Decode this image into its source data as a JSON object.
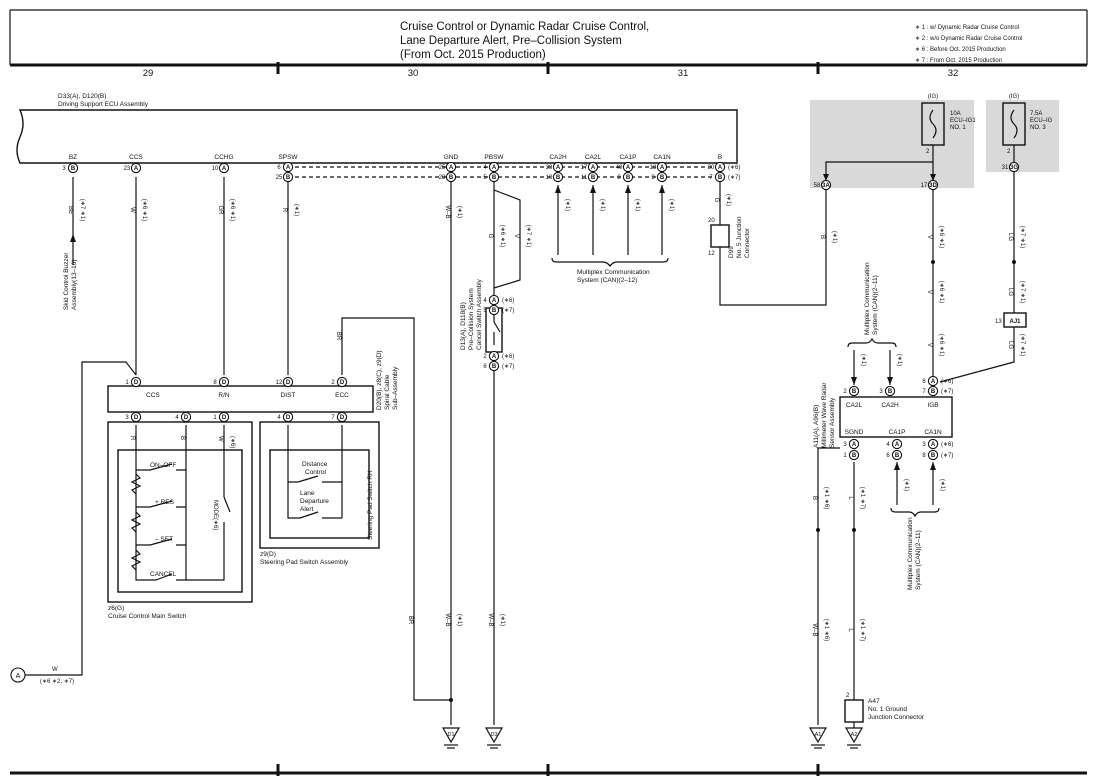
{
  "title": {
    "lines": [
      "Cruise Control or Dynamic Radar Cruise Control,",
      "Lane Departure Alert,  Pre–Collision System",
      "(From Oct.  2015 Production)"
    ]
  },
  "notes": [
    "∗ 1 : w/ Dynamic Radar Cruise Control",
    "∗ 2 : w/o Dynamic Radar Cruise Control",
    "∗ 6 : Before Oct.  2015 Production",
    "∗ 7 : From Oct.  2015 Production"
  ],
  "columns": [
    "29",
    "30",
    "31",
    "32"
  ],
  "ecu": {
    "ref": "D33(A), D120(B)",
    "name": "Driving Support ECU Assembly",
    "terminals": [
      {
        "name": "BZ",
        "pin": "3",
        "conn": "B"
      },
      {
        "name": "CCS",
        "pin": "23",
        "conn": "A"
      },
      {
        "name": "CCHG",
        "pin": "10",
        "conn": "A"
      },
      {
        "name": "SPSW",
        "pin": "6",
        "conn": "A",
        "pin2": "25",
        "conn2": "B"
      },
      {
        "name": "GND",
        "pin": "25",
        "conn": "A",
        "pin2": "28",
        "conn2": "B"
      },
      {
        "name": "PBSW",
        "pin": "4",
        "conn": "A",
        "pin2": "5",
        "conn2": "B"
      },
      {
        "name": "CA2H",
        "pin": "39",
        "conn": "A",
        "pin2": "10",
        "conn2": "B"
      },
      {
        "name": "CA2L",
        "pin": "17",
        "conn": "A",
        "pin2": "11",
        "conn2": "B"
      },
      {
        "name": "CA1P",
        "pin": "40",
        "conn": "A",
        "pin2": "8",
        "conn2": "B"
      },
      {
        "name": "CA1N",
        "pin": "18",
        "conn": "A",
        "pin2": "9",
        "conn2": "B"
      },
      {
        "name": "B",
        "pin": "30",
        "conn": "A",
        "pin2": "7",
        "conn2": "B",
        "note": "(∗6)",
        "note2": "(∗7)"
      }
    ]
  },
  "wire_labels": {
    "bz_color": "BE",
    "bz_note": "(∗7 ∗1)",
    "ccs_color": "W",
    "ccs_note": "(∗6 ∗1)",
    "cchg_color": "GR",
    "cchg_note": "(∗6 ∗1)",
    "spsw_color": "R",
    "spsw_note": "(∗1)",
    "gnd_color": "W–B",
    "gnd_note": "(∗1)",
    "pbsw_g": "G",
    "pbsw_v": "V",
    "pbsw_note": "(∗6 ∗1)",
    "pbsw_note2": "(∗7 ∗1)",
    "can_note": "(∗1)",
    "b_color": "G",
    "b_note": "(∗1)",
    "br": "BR",
    "gnd2_color": "W–B",
    "gnd2_note": "(∗1)",
    "pbsw_gnd_color": "W–B",
    "pbsw_gnd_note": "(∗1)",
    "br_bottom": "BR",
    "b_right": "B",
    "b_right_note": "(∗1)",
    "v_right": "V",
    "v_right_note": "(∗6 ∗1)",
    "lg_right": "LG",
    "lg_right_note": "(∗7 ∗1)",
    "v_right2": "V",
    "v_right2_note": "(∗6 ∗1)",
    "lg_right2": "LG",
    "lg_right2_note": "(∗7 ∗1)",
    "b_sgnd": "B",
    "b_sgnd_note": "(∗1 ∗6)",
    "l_sgnd": "L",
    "l_sgnd_note": "(∗1 ∗7)",
    "wb_bottom": "W–B",
    "wb_bottom_note": "(∗1 ∗6)",
    "l_bottom": "L",
    "l_bottom_note": "(∗1 ∗7)",
    "w_a": "W",
    "w_a_note": "(∗6 ∗2, ∗7)"
  },
  "buzzer": {
    "name": "Skid Control Buzzer",
    "name2": "Assembly(13–16)"
  },
  "can1": {
    "name": "Multiplex Communication",
    "name2": "System (CAN)(2–12)"
  },
  "can2": {
    "name": "Multiplex Communication",
    "name2": "System (CAN)(2–11)"
  },
  "can3": {
    "name": "Multiplex Communication",
    "name2": "System (CAN)(2–11)"
  },
  "junction": {
    "ref": "D99",
    "name": "No. 5  Junction",
    "name2": "Connector",
    "pin_top": "20",
    "pin_bot": "12"
  },
  "pcs_switch": {
    "ref": "D13(A), D118(B)",
    "name": "Pre–Collision System",
    "name2": "Cancel Switch Assembly",
    "p1": "4",
    "p2": "5",
    "p3": "2",
    "p4": "6",
    "n1": "(∗6)",
    "n2": "(∗7)",
    "n3": "(∗6)",
    "n4": "(∗7)"
  },
  "spiral": {
    "ref": "D20(B), z8(C), z9(D)",
    "name": "Spiral Cable",
    "name2": "Sub–Assembly",
    "terms": [
      {
        "name": "CCS",
        "pin": "1"
      },
      {
        "name": "R/N",
        "pin": "8"
      },
      {
        "name": "DIST",
        "pin": "12"
      },
      {
        "name": "ECC",
        "pin": "2"
      }
    ],
    "lower_pins": [
      "3",
      "4",
      "1",
      "4",
      "7"
    ]
  },
  "main_switch": {
    "ref": "z6(G)",
    "name": "Cruise Control Main Switch",
    "labels": [
      "ON–OFF",
      "+ RES",
      "– SET",
      "CANCEL"
    ],
    "mode": "MODE(∗6)",
    "wr": "R",
    "wb": "B",
    "ww": "W",
    "wnote": "(∗6)"
  },
  "pad_switch": {
    "ref": "z9(D)",
    "name": "Steering Pad Switch Assembly",
    "vname": "Steering Pad Switch RH",
    "labels": [
      "Distance",
      "Control",
      "Lane",
      "Departure",
      "Alert"
    ]
  },
  "fuse1": {
    "top": "(IG)",
    "amp": "10A",
    "name": "ECU–IG1",
    "no": "NO. 1",
    "pin": "2",
    "out_pin": "17",
    "out_conn": "3D",
    "left_pin": "58",
    "left_conn": "3A"
  },
  "fuse2": {
    "top": "(IG)",
    "amp": "7.5A",
    "name": "ECU–IG",
    "no": "NO. 3",
    "pin": "2",
    "out_pin": "31",
    "out_conn": "3G"
  },
  "aj1": {
    "pin": "13",
    "conn": "AJ1"
  },
  "radar": {
    "ref": "A11(A), A96(B)",
    "name": "Millimeter Wave Radar",
    "name2": "Sensor Assembly",
    "top": [
      {
        "name": "CA2L",
        "pin": "2",
        "conn": "B"
      },
      {
        "name": "CA2H",
        "pin": "3",
        "conn": "B"
      },
      {
        "name": "IGB",
        "pin": "6",
        "conn": "A",
        "pin2": "7",
        "conn2": "B"
      }
    ],
    "bot": [
      {
        "name": "SGND",
        "pin": "3",
        "conn": "A",
        "pin2": "1",
        "conn2": "B"
      },
      {
        "name": "CA1P",
        "pin": "4",
        "conn": "A",
        "pin2": "6",
        "conn2": "B"
      },
      {
        "name": "CA1N",
        "pin": "3",
        "conn": "A",
        "pin2": "8",
        "conn2": "B"
      }
    ],
    "n6": "(∗6)",
    "n7": "(∗7)"
  },
  "ground_jc": {
    "ref": "A47",
    "name": "No. 1 Ground",
    "name2": "Junction Connector",
    "pin": "2"
  },
  "grounds": [
    "D1",
    "D3",
    "A1",
    "A2"
  ],
  "offpage": "A"
}
